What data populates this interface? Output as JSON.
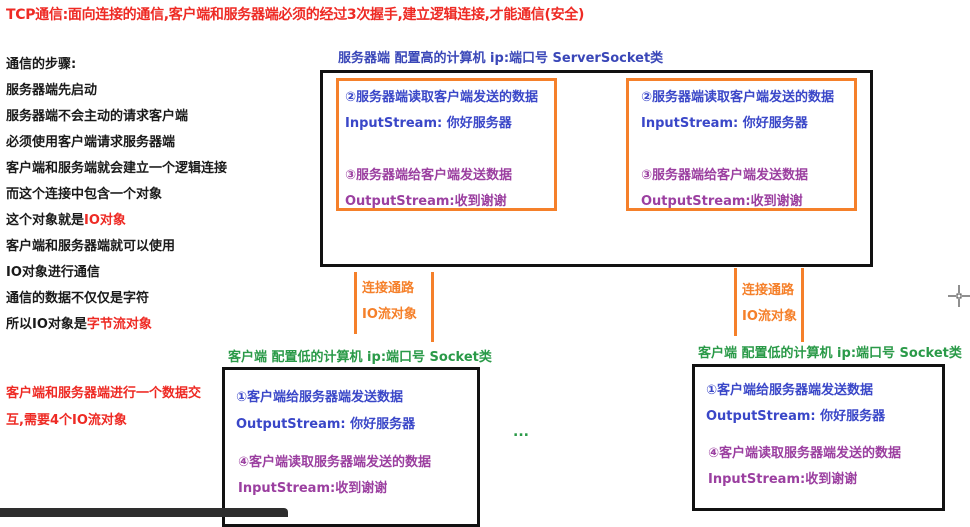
{
  "title": "TCP通信:面向连接的通信,客户端和服务器端必须的经过3次握手,建立逻辑连接,才能通信(安全)",
  "steps": {
    "heading": "通信的步骤:",
    "lines": [
      "服务器端先启动",
      "服务器端不会主动的请求客户端",
      "必须使用客户端请求服务器端",
      "客户端和服务端就会建立一个逻辑连接",
      "而这个连接中包含一个对象"
    ],
    "io_line_prefix": "这个对象就是",
    "io_line_highlight": "IO对象",
    "lines2": [
      "客户端和服务器端就可以使用",
      "IO对象进行通信",
      "通信的数据不仅仅是字符"
    ],
    "byte_line_prefix": "所以IO对象是",
    "byte_line_highlight": "字节流对象"
  },
  "note": {
    "line1": "客户端和服务器端进行一个数据交",
    "line2": "互,需要4个IO流对象"
  },
  "server": {
    "label": "服务器端 配置高的计算机 ip:端口号 ServerSocket类",
    "panels": [
      {
        "step2": "②服务器端读取客户端发送的数据",
        "input": "InputStream: 你好服务器",
        "step3": "③服务器端给客户端发送数据",
        "output": "OutputStream:收到谢谢"
      },
      {
        "step2": "②服务器端读取客户端发送的数据",
        "input": "InputStream: 你好服务器",
        "step3": "③服务器端给客户端发送数据",
        "output": "OutputStream:收到谢谢"
      }
    ]
  },
  "channels": [
    {
      "line1": "连接通路",
      "line2": "IO流对象"
    },
    {
      "line1": "连接通路",
      "line2": "IO流对象"
    }
  ],
  "clients": [
    {
      "label": "客户端 配置低的计算机 ip:端口号  Socket类",
      "step1": "①客户端给服务器端发送数据",
      "output": "OutputStream: 你好服务器",
      "step4": "④客户端读取服务器端发送的数据",
      "input": "InputStream:收到谢谢"
    },
    {
      "label": "客户端 配置低的计算机 ip:端口号  Socket类",
      "step1": "①客户端给服务器端发送数据",
      "output": "OutputStream: 你好服务器",
      "step4": "④客户端读取服务器端发送的数据",
      "input": "InputStream:收到谢谢"
    }
  ],
  "ellipsis": "...",
  "colors": {
    "red": "#ee2a24",
    "blue": "#3a47c8",
    "purple": "#9b3fa0",
    "orange": "#f5802a",
    "green": "#2a9a48"
  }
}
